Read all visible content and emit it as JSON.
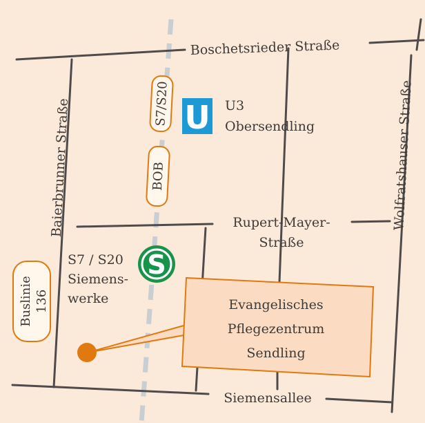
{
  "colors": {
    "background": "#fbe9da",
    "road": "#4e4b4a",
    "rail": "#c9ced3",
    "accent_orange": "#e07a10",
    "ubahn_blue": "#1d9ad6",
    "sbahn_green": "#18944a",
    "callout_fill": "#fbdcc2"
  },
  "streets": {
    "boschetsrieder": "Boschetsrieder Straße",
    "baierbrunner": "Baierbrunner Straße",
    "wolfratshauser": "Wolfratshauser Straße",
    "rupert_line1": "Rupert-Mayer-",
    "rupert_line2": "Straße",
    "siemensallee": "Siemensallee"
  },
  "transit": {
    "rail_label_1": "S7/S20",
    "rail_label_2": "BOB",
    "ubahn_letter": "U",
    "ubahn_line": "U3",
    "ubahn_station": "Obersendling",
    "sbahn_letter": "S",
    "sbahn_line": "S7 / S20",
    "sbahn_station_line1": "Siemens-",
    "sbahn_station_line2": "werke",
    "bus_line1": "Buslinie",
    "bus_line2": "136"
  },
  "destination": {
    "line1": "Evangelisches",
    "line2": "Pflegezentrum",
    "line3": "Sendling"
  },
  "icons": {
    "ubahn": "ubahn-logo-icon",
    "sbahn": "sbahn-logo-icon",
    "location": "location-marker-icon"
  }
}
